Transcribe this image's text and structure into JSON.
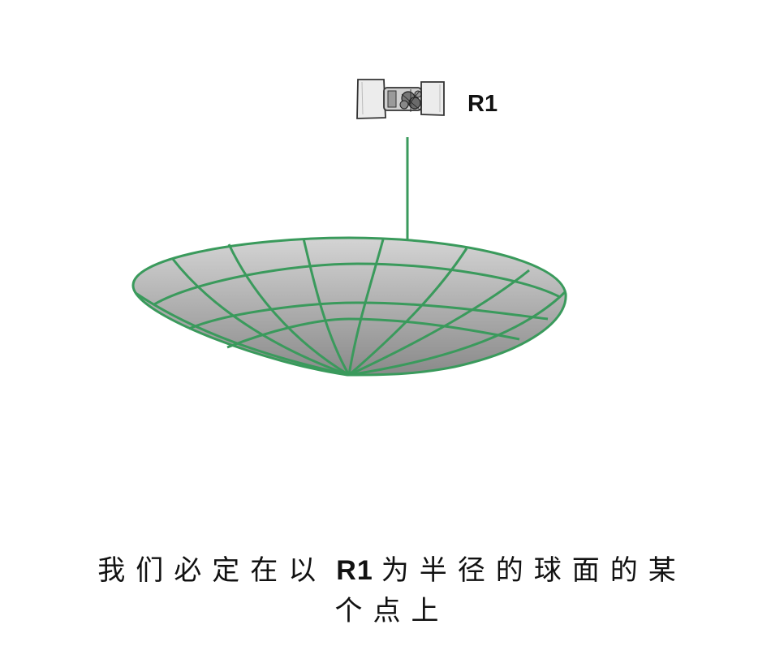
{
  "diagram": {
    "satellite_label": "R1",
    "icons": {
      "satellite": "satellite-icon",
      "sphere_surface": "sphere-surface-icon"
    }
  },
  "caption": {
    "part1": "我们必定在以",
    "term": "R1",
    "part2": "为半径的球面的某",
    "line2": "个点上"
  },
  "colors": {
    "mesh": "#3a9a5c",
    "surface_light": "#d2d2d2",
    "surface_dark": "#8a8a8a"
  }
}
